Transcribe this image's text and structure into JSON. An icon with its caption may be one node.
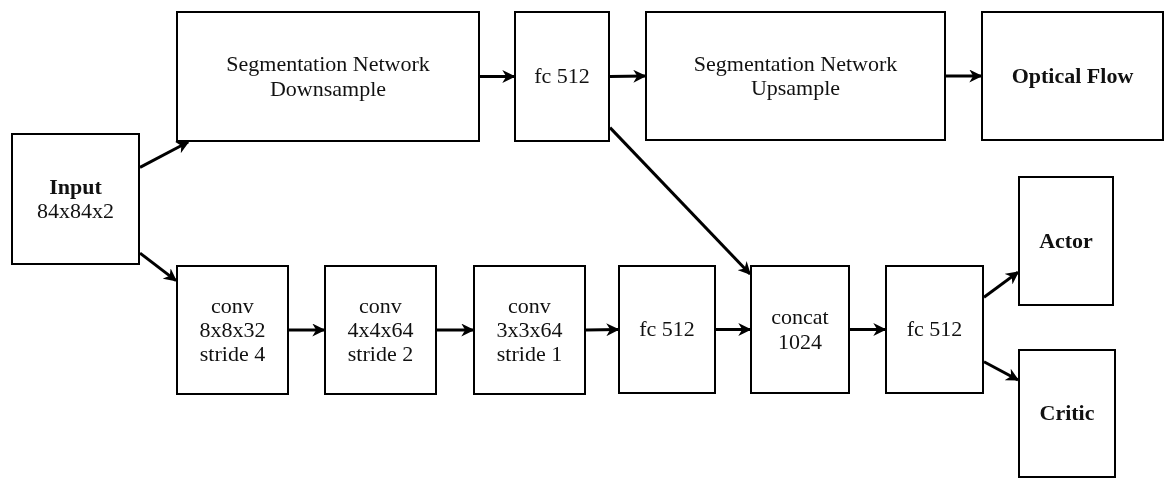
{
  "diagram": {
    "nodes": [
      {
        "text": [
          "Input",
          "84x84x2"
        ]
      },
      {
        "text": [
          "Segmentation Network Downsample"
        ]
      },
      {
        "text": [
          "fc 512"
        ]
      },
      {
        "text": [
          "Segmentation Network Upsample"
        ]
      },
      {
        "text": [
          "Optical Flow"
        ]
      },
      {
        "text": [
          "conv 8x8x32 stride 4"
        ]
      },
      {
        "text": [
          "conv 4x4x64 stride 2"
        ]
      },
      {
        "text": [
          "conv 3x3x64 stride 1"
        ]
      },
      {
        "text": [
          "fc 512"
        ]
      },
      {
        "text": [
          "concat 1024"
        ]
      },
      {
        "text": [
          "fc 512"
        ]
      },
      {
        "text": [
          "Actor"
        ]
      },
      {
        "text": [
          "Critic"
        ]
      }
    ],
    "edges": [
      {
        "from": 0,
        "to": 1,
        "arrow": "to"
      },
      {
        "from": 0,
        "to": 5,
        "arrow": "to"
      },
      {
        "from": 1,
        "to": 2,
        "arrow": "to"
      },
      {
        "from": 2,
        "to": 3,
        "arrow": "to"
      },
      {
        "from": 3,
        "to": 4,
        "arrow": "to"
      },
      {
        "from": 2,
        "to": 9,
        "arrow": "to"
      },
      {
        "from": 5,
        "to": 6,
        "arrow": "to"
      },
      {
        "from": 6,
        "to": 7,
        "arrow": "to"
      },
      {
        "from": 7,
        "to": 8,
        "arrow": "to"
      },
      {
        "from": 8,
        "to": 9,
        "arrow": "to"
      },
      {
        "from": 9,
        "to": 10,
        "arrow": "to"
      },
      {
        "from": 10,
        "to": 11,
        "arrow": "to"
      },
      {
        "from": 10,
        "to": 12,
        "arrow": "to"
      }
    ]
  }
}
